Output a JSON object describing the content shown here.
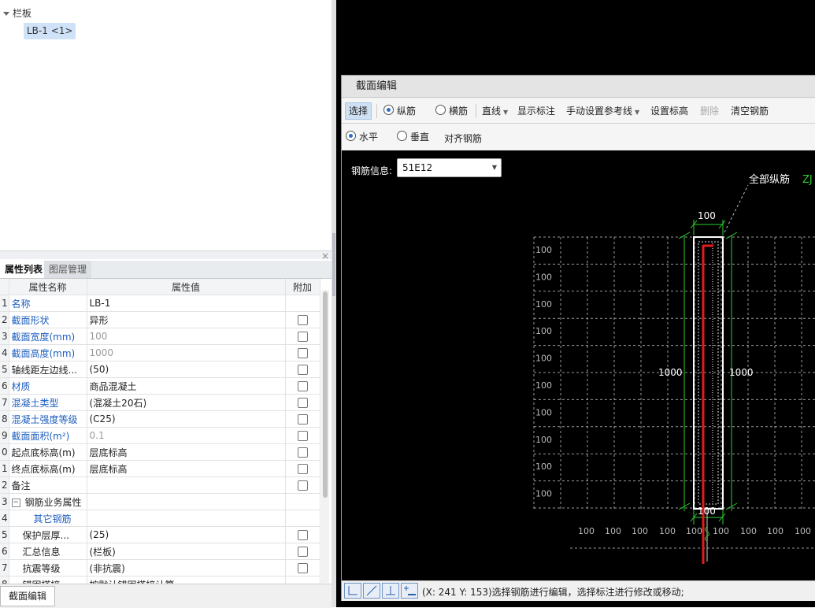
{
  "tree": {
    "root_label": "栏板",
    "selected_item": "LB-1 <1>"
  },
  "tabs": {
    "active": "属性列表",
    "inactive": "图层管理"
  },
  "close_symbol": "×",
  "table": {
    "headers": [
      "属性名称",
      "属性值",
      "附加"
    ],
    "rows": [
      {
        "num": "1",
        "name": "名称",
        "value": "LB-1",
        "name_color": "blue",
        "value_color": "normal",
        "check": false,
        "indent": 0
      },
      {
        "num": "2",
        "name": "截面形状",
        "value": "异形",
        "name_color": "blue",
        "value_color": "normal",
        "check": true,
        "indent": 0
      },
      {
        "num": "3",
        "name": "截面宽度(mm)",
        "value": "100",
        "name_color": "blue",
        "value_color": "grey",
        "check": true,
        "indent": 0
      },
      {
        "num": "4",
        "name": "截面高度(mm)",
        "value": "1000",
        "name_color": "blue",
        "value_color": "grey",
        "check": true,
        "indent": 0
      },
      {
        "num": "5",
        "name": "轴线距左边线...",
        "value": "(50)",
        "name_color": "normal",
        "value_color": "normal",
        "check": true,
        "indent": 0
      },
      {
        "num": "6",
        "name": "材质",
        "value": "商品混凝土",
        "name_color": "blue",
        "value_color": "normal",
        "check": true,
        "indent": 0
      },
      {
        "num": "7",
        "name": "混凝土类型",
        "value": "(混凝土20石)",
        "name_color": "blue",
        "value_color": "normal",
        "check": true,
        "indent": 0
      },
      {
        "num": "8",
        "name": "混凝土强度等级",
        "value": "(C25)",
        "name_color": "blue",
        "value_color": "normal",
        "check": true,
        "indent": 0
      },
      {
        "num": "9",
        "name": "截面面积(m²)",
        "value": "0.1",
        "name_color": "blue",
        "value_color": "grey",
        "check": true,
        "indent": 0
      },
      {
        "num": "0",
        "name": "起点底标高(m)",
        "value": "层底标高",
        "name_color": "normal",
        "value_color": "normal",
        "check": true,
        "indent": 0
      },
      {
        "num": "1",
        "name": "终点底标高(m)",
        "value": "层底标高",
        "name_color": "normal",
        "value_color": "normal",
        "check": true,
        "indent": 0
      },
      {
        "num": "2",
        "name": "备注",
        "value": "",
        "name_color": "normal",
        "value_color": "normal",
        "check": true,
        "indent": 0
      },
      {
        "num": "3",
        "name": "钢筋业务属性",
        "value": "",
        "name_color": "normal",
        "value_color": "normal",
        "check": false,
        "indent": 0,
        "group": true
      },
      {
        "num": "4",
        "name": "其它钢筋",
        "value": "",
        "name_color": "blue",
        "value_color": "normal",
        "check": false,
        "indent": 2
      },
      {
        "num": "5",
        "name": "保护层厚...",
        "value": "(25)",
        "name_color": "normal",
        "value_color": "normal",
        "check": true,
        "indent": 1
      },
      {
        "num": "6",
        "name": "汇总信息",
        "value": "(栏板)",
        "name_color": "normal",
        "value_color": "normal",
        "check": true,
        "indent": 1
      },
      {
        "num": "7",
        "name": "抗震等级",
        "value": "(非抗震)",
        "name_color": "normal",
        "value_color": "normal",
        "check": true,
        "indent": 1
      },
      {
        "num": "8",
        "name": "锚固搭接",
        "value": "按默认锚固搭接计算",
        "name_color": "normal",
        "value_color": "normal",
        "check": false,
        "indent": 1
      }
    ]
  },
  "bottom_tab": "截面编辑",
  "dialog": {
    "title": "截面编辑",
    "toolbar1": {
      "select": "选择",
      "longitudinal": "纵筋",
      "transverse": "横筋",
      "line": "直线",
      "show_dim": "显示标注",
      "manual_ref": "手动设置参考线",
      "set_elev": "设置标高",
      "delete": "删除",
      "clear": "清空钢筋"
    },
    "toolbar2": {
      "horizontal": "水平",
      "vertical": "垂直",
      "align": "对齐钢筋"
    },
    "rebar_info_label": "钢筋信息:",
    "rebar_info_value": "51E12",
    "status_text": "(X: 241 Y: 153)选择钢筋进行编辑，选择标注进行修改或移动;"
  },
  "drawing": {
    "callout": "全部纵筋",
    "callout_suffix": "ZJ",
    "top_dim": "100",
    "bottom_dim": "100",
    "left_height": "1000",
    "right_height": "1000",
    "grid_label": "100",
    "colors": {
      "outline": "#ffffff",
      "rebar": "#e21b1b",
      "dim": "#2bd12b",
      "grid": "#9a9a9a"
    }
  }
}
